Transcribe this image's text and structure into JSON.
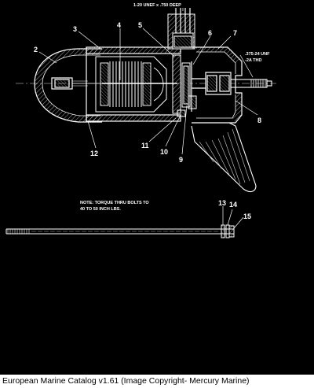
{
  "diagram": {
    "callouts": {
      "c1": "1-20 UNEF x .750 DEEP",
      "c2": "2",
      "c3": "3",
      "c4": "4",
      "c5": "5",
      "c6": "6",
      "c7": "7",
      "c8": "8",
      "c9": "9",
      "c10": "10",
      "c11": "11",
      "c12": "12",
      "c13": "13",
      "c14": "14",
      "c15": "15"
    },
    "thread_note_line1": ".375-24 UNF",
    "thread_note_line2": "-2A THD",
    "torque_note_line1": "NOTE: TORQUE THRU BOLTS TO",
    "torque_note_line2": "40 TO 50 INCH LBS."
  },
  "caption": "European Marine Catalog v1.61 (Image Copyright- Mercury Marine)"
}
